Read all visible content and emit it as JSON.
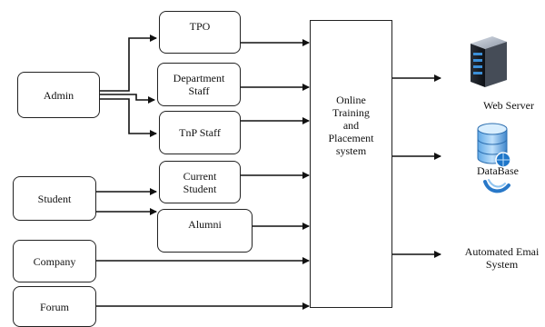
{
  "actors": {
    "admin": "Admin",
    "student": "Student",
    "company": "Company",
    "forum": "Forum"
  },
  "roles": {
    "tpo": "TPO",
    "department_staff": "Department\nStaff",
    "tnp_staff": "TnP Staff",
    "current_student": "Current\nStudent",
    "alumni": "Alumni"
  },
  "system": {
    "label": "Online\nTraining\nand\nPlacement\nsystem"
  },
  "outputs": {
    "web_server": "Web Server",
    "database": "DataBase",
    "email": "Automated Emai\nSystem"
  },
  "icons": {
    "web_server": "server-icon",
    "database": "database-icon",
    "email": "email-icon"
  }
}
